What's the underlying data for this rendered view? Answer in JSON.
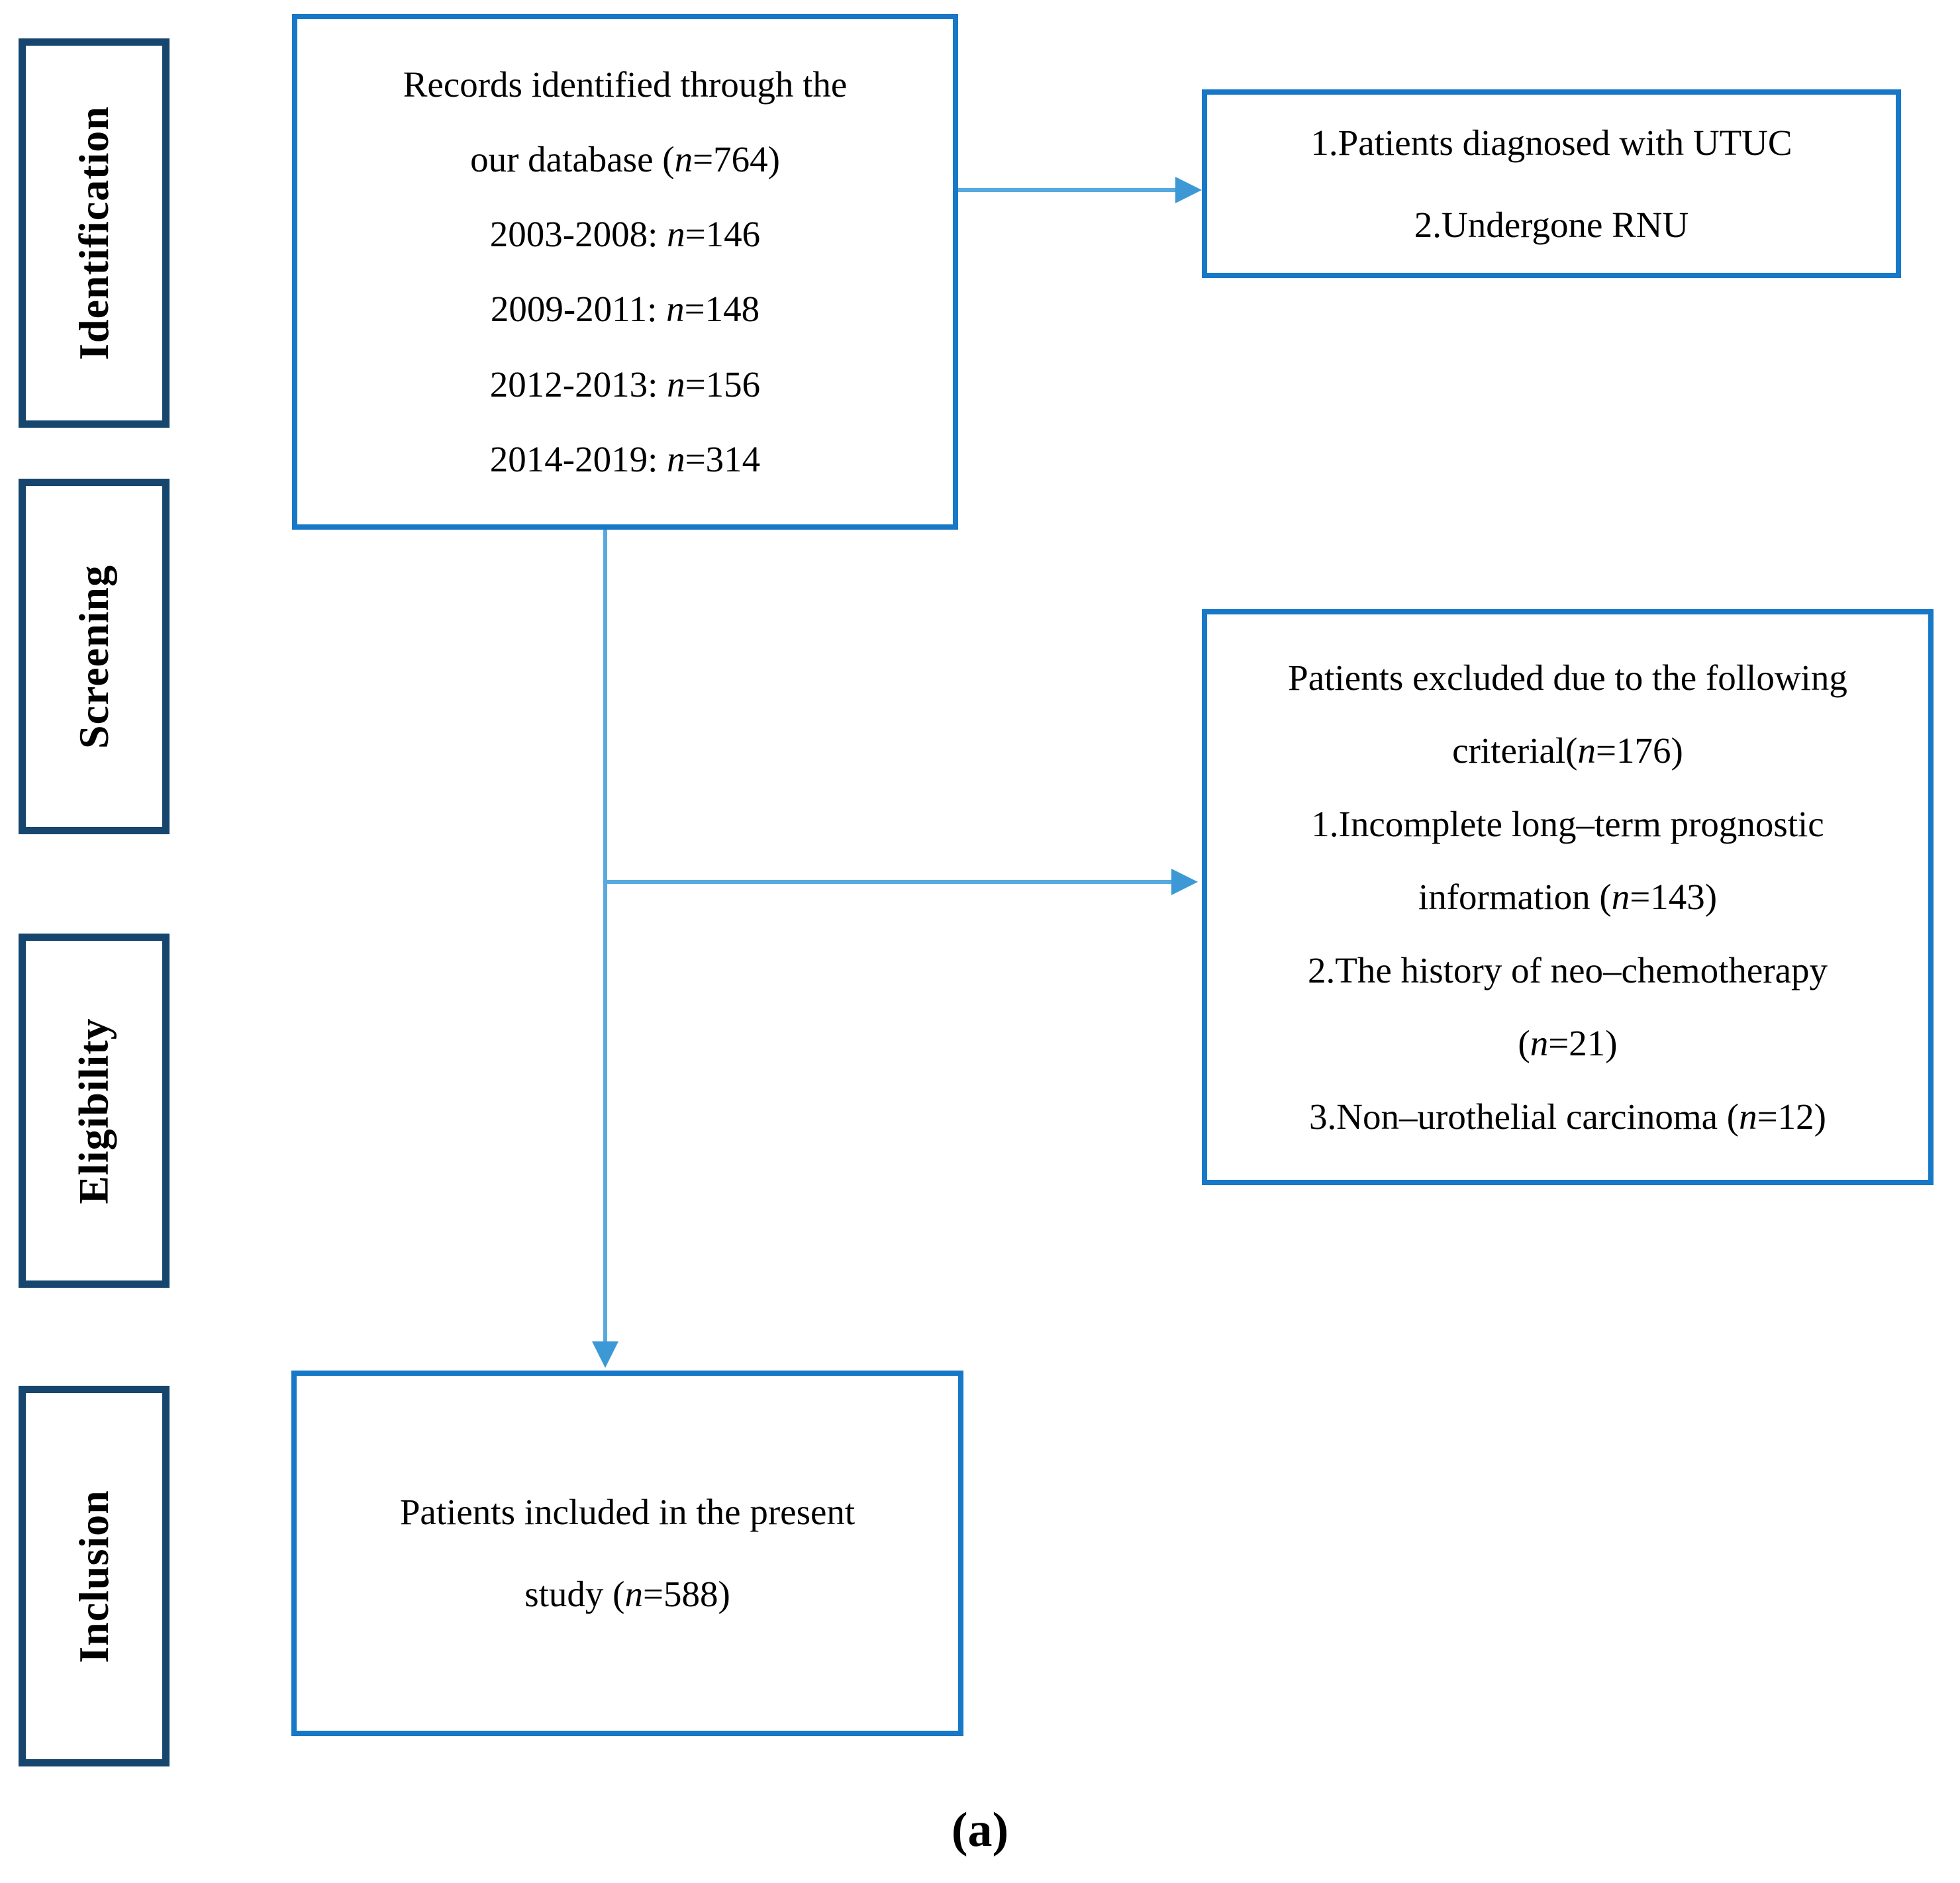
{
  "figure": {
    "kind": "prisma-style patient selection flowchart",
    "caption": "(a)"
  },
  "colors": {
    "stage_border": "#16466E",
    "flow_border": "#1878C8",
    "arrow": "#58A9DE",
    "text": "#000000",
    "background": "#FFFFFF"
  },
  "sidebar": {
    "stages": [
      "Identification",
      "Screening",
      "Eligibility",
      "Inclusion"
    ]
  },
  "boxes": {
    "records": {
      "lines": [
        "Records identified through the",
        "our database (n=764)",
        "2003-2008: n=146",
        "2009-2011: n=148",
        "2012-2013: n=156",
        "2014-2019: n=314"
      ]
    },
    "criteria": {
      "lines": [
        "1.Patients diagnosed with UTUC",
        "2.Undergone RNU"
      ]
    },
    "excluded": {
      "lines": [
        "Patients excluded due to the following",
        "criterial(n=176)",
        "1.Incomplete long–term prognostic",
        "information (n=143)",
        "2.The history of neo–chemotherapy",
        "(n=21)",
        "3.Non–urothelial carcinoma (n=12)"
      ]
    },
    "included": {
      "lines": [
        "Patients included in the present",
        "study (n=588)"
      ]
    }
  }
}
